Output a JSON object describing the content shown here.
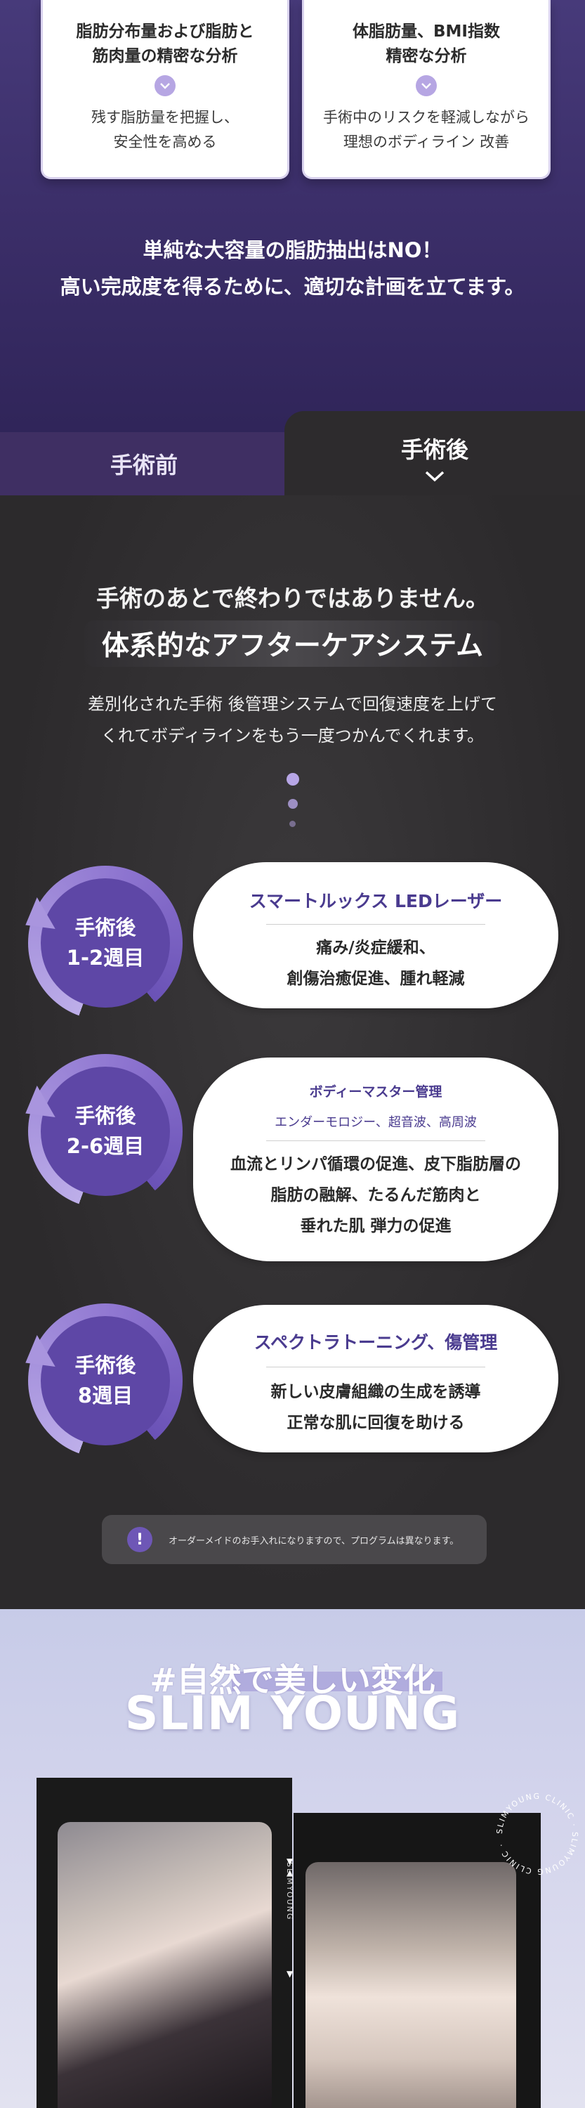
{
  "cards": [
    {
      "title": "脂肪分布量および脂肪と\n筋肉量の精密な分析",
      "body": "残す脂肪量を把握し、\n安全性を高める"
    },
    {
      "title": "体脂肪量、BMI指数\n精密な分析",
      "body": "手術中のリスクを軽減しながら\n理想のボディライン 改善"
    }
  ],
  "slogan": {
    "line1": "単純な大容量の脂肪抽出はNO！",
    "line2": "高い完成度を得るために、適切な計画を立てます。"
  },
  "tabs": {
    "before": "手術前",
    "after": "手術後"
  },
  "intro": {
    "line1": "手術のあとで終わりではありません。",
    "line2": "体系的なアフターケアシステム",
    "line3": "差別化された手術 後管理システムで回復速度を上げて\nくれてボディラインをもう一度つかんでくれます。"
  },
  "steps": [
    {
      "period": "手術後\n1-2週目",
      "title": "スマートルックス LEDレーザー",
      "subtitle": "",
      "body": "痛み/炎症緩和、\n創傷治癒促進、腫れ軽減"
    },
    {
      "period": "手術後\n2-6週目",
      "title": "ボディーマスター管理",
      "subtitle": "エンダーモロジー、超音波、高周波",
      "body": "血流とリンパ循環の促進、皮下脂肪層の\n脂肪の融解、たるんだ筋肉と\n垂れた肌 弾力の促進"
    },
    {
      "period": "手術後\n8週目",
      "title": "スペクトラトーニング、傷管理",
      "subtitle": "",
      "body": "新しい皮膚組織の生成を誘導\n正常な肌に回復を助ける"
    }
  ],
  "notice": {
    "icon": "!",
    "text": "オーダーメイドのお手入れになりますので、プログラムは異なります。"
  },
  "gallery": {
    "hashtag": "#自然で美しい変化",
    "brand": "SLIM YOUNG",
    "vertical_label": "SLIMYOUNG",
    "circle_text": "SLIMYOUNG CLINIC · SLIMYOUNG CLINIC ·"
  },
  "colors": {
    "accent": "#6a52b6",
    "accent_light": "#b7a6e6",
    "dark_bg": "#2c2a2c",
    "top_bg": "#3c2f6a"
  }
}
